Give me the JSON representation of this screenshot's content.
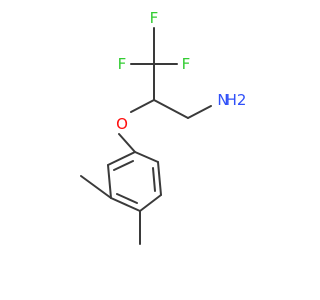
{
  "molecule": {
    "atoms": {
      "f_top": {
        "symbol": "F",
        "color": "#33cc33"
      },
      "f_left": {
        "symbol": "F",
        "color": "#33cc33"
      },
      "f_right": {
        "symbol": "F",
        "color": "#33cc33"
      },
      "oxygen": {
        "symbol": "O",
        "color": "#ff0d0d"
      },
      "amine_n": {
        "symbol": "N",
        "color": "#3050f8"
      },
      "amine_h2": {
        "symbol": "H2",
        "color": "#3050f8"
      }
    },
    "bond_color": "#3a3a3a",
    "background": "#ffffff"
  }
}
